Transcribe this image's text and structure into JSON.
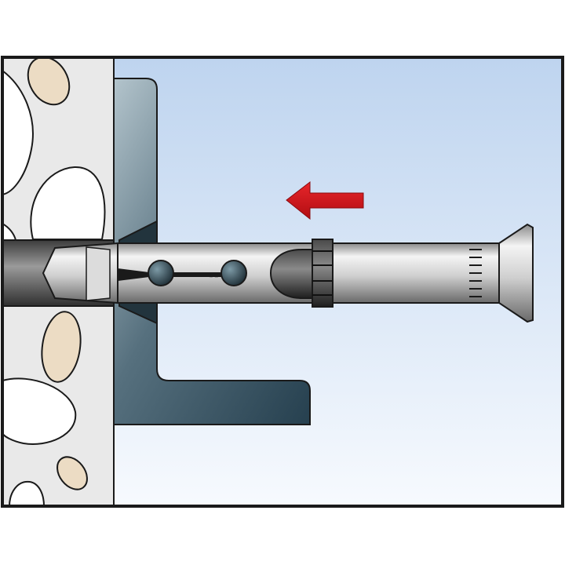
{
  "colors": {
    "frame": "#1a1a1a",
    "sky_top": "#bed4ef",
    "sky_bottom": "#f7fafe",
    "concrete": "#e9e9e9",
    "pebble_tan": "#ecdcc4",
    "pebble_white": "#ffffff",
    "steel_dark": "#2d4857",
    "steel_light": "#a9bcc5",
    "bolt_light": "#f0f0f0",
    "bolt_mid": "#bdbdbd",
    "bolt_dark": "#6d6d6d",
    "nut_dark": "#262626",
    "arrow_red": "#d8141b"
  },
  "arrow": {
    "direction": "left",
    "icon": "push-direction-arrow-icon"
  },
  "components": {
    "wall": "concrete-wall",
    "fixture": "steel-angle-bracket",
    "anchor": "countersunk-sleeve-anchor"
  }
}
